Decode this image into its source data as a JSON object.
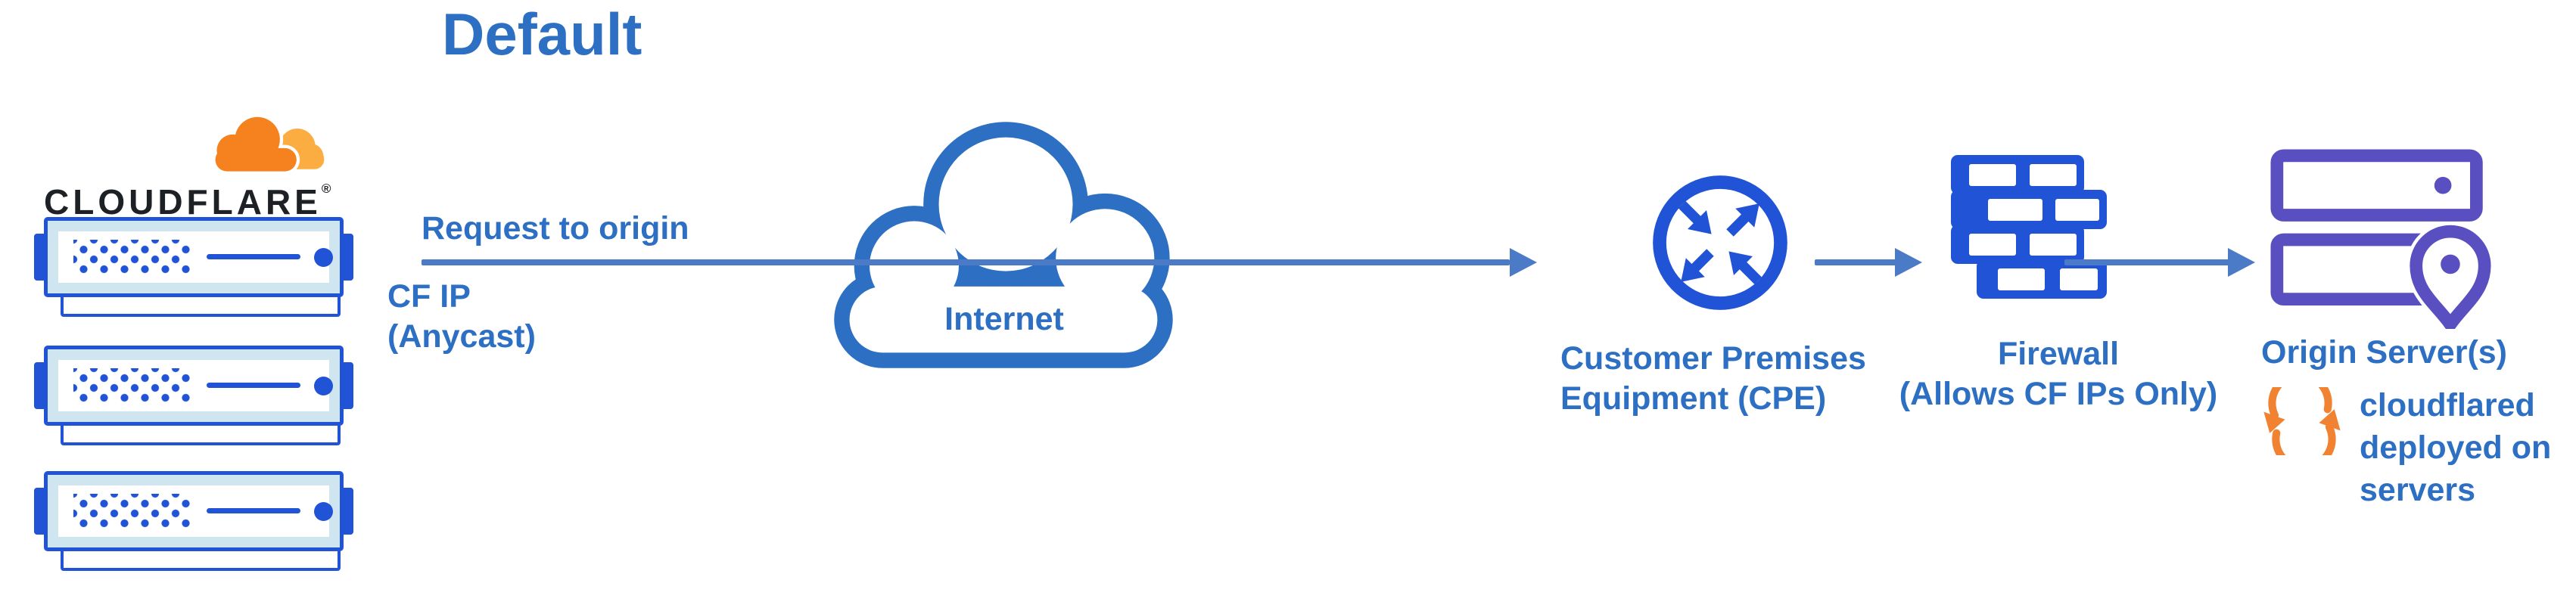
{
  "diagram": {
    "title": "Default",
    "cloudflare_wordmark": "CLOUDFLARE",
    "registered_mark": "®",
    "labels": {
      "request": "Request to origin",
      "cf_ip": "CF IP\n(Anycast)",
      "internet": "Internet",
      "cpe": "Customer Premises\nEquipment (CPE)",
      "firewall": "Firewall\n(Allows CF IPs Only)",
      "origin": "Origin Server(s)",
      "cloudflared": "cloudflared\ndeployed on\nservers"
    },
    "icons": [
      "cloudflare-logo-icon",
      "edge-server-icon",
      "internet-cloud-icon",
      "cpe-router-icon",
      "firewall-icon",
      "origin-servers-icon",
      "sync-arrows-icon"
    ],
    "colors": {
      "label_text": "#2d6fc2",
      "arrow": "#4b7ac7",
      "icon_blue": "#2153d6",
      "server_light_blue": "#cfe5ef",
      "origin_purple": "#5a4fc0",
      "cf_orange": "#f6821f",
      "cf_light_orange": "#fbad41",
      "sync_orange": "#f08232",
      "wordmark_dark": "#1d2025",
      "background": "#ffffff"
    }
  }
}
